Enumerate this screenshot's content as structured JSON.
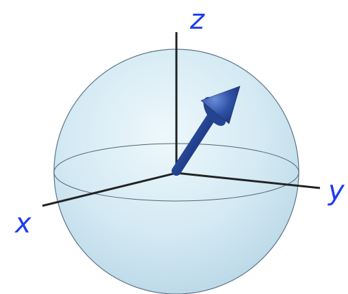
{
  "labels": {
    "z": "z",
    "x": "x",
    "y": "y"
  },
  "colors": {
    "sphere_fill": "#cfe6f2",
    "sphere_edge": "#5c7486",
    "axis": "#222222",
    "arrow": "#2a4a9a",
    "label": "#1e3cf0"
  }
}
